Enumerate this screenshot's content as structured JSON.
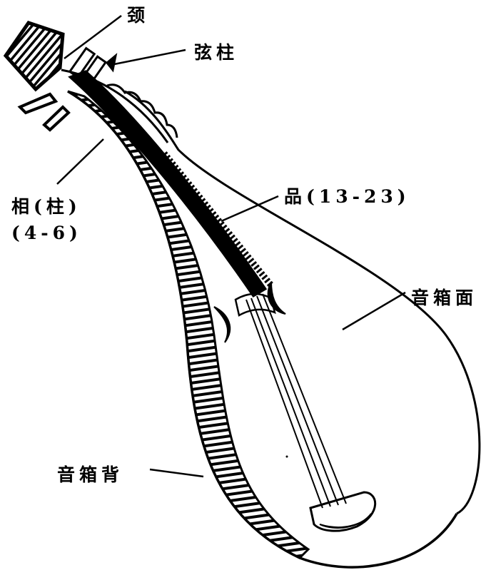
{
  "title": "Pipa structure diagram",
  "labels": {
    "neck": "颈",
    "string_pegs": "弦柱",
    "xiang": "相(柱)",
    "xiang_count": "(4-6)",
    "pin": "品(13-23)",
    "soundboard": "音箱面",
    "back": "音箱背"
  },
  "colors": {
    "ink": "#000000",
    "paper": "#ffffff"
  }
}
